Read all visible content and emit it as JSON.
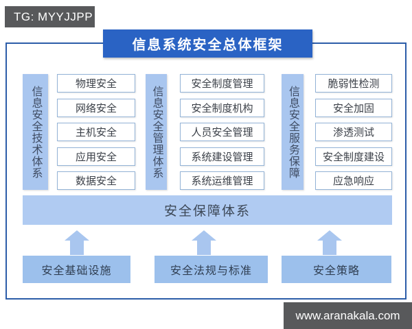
{
  "badge": {
    "text": "TG: MYYJJPP"
  },
  "title": "信息系统安全总体框架",
  "columns": [
    {
      "label": "信息安全技术体系",
      "items": [
        "物理安全",
        "网络安全",
        "主机安全",
        "应用安全",
        "数据安全"
      ]
    },
    {
      "label": "信息安全管理体系",
      "items": [
        "安全制度管理",
        "安全制度机构",
        "人员安全管理",
        "系统建设管理",
        "系统运维管理"
      ]
    },
    {
      "label": "信息安全服务保障",
      "items": [
        "脆弱性检测",
        "安全加固",
        "渗透测试",
        "安全制度建设",
        "应急响应"
      ]
    }
  ],
  "assurance_bar": "安全保障体系",
  "foundation_boxes": [
    "安全基础设施",
    "安全法规与标准",
    "安全策略"
  ],
  "watermark": "www.aranakala.com",
  "colors": {
    "title_bg": "#2a63c4",
    "frame_border": "#2b5ca8",
    "label_blue": "#a9c6ef",
    "bar_blue": "#b0cbf2",
    "foundation_blue": "#9cc0ec",
    "dark_gray": "#58595b",
    "item_border": "#92b2d6"
  }
}
